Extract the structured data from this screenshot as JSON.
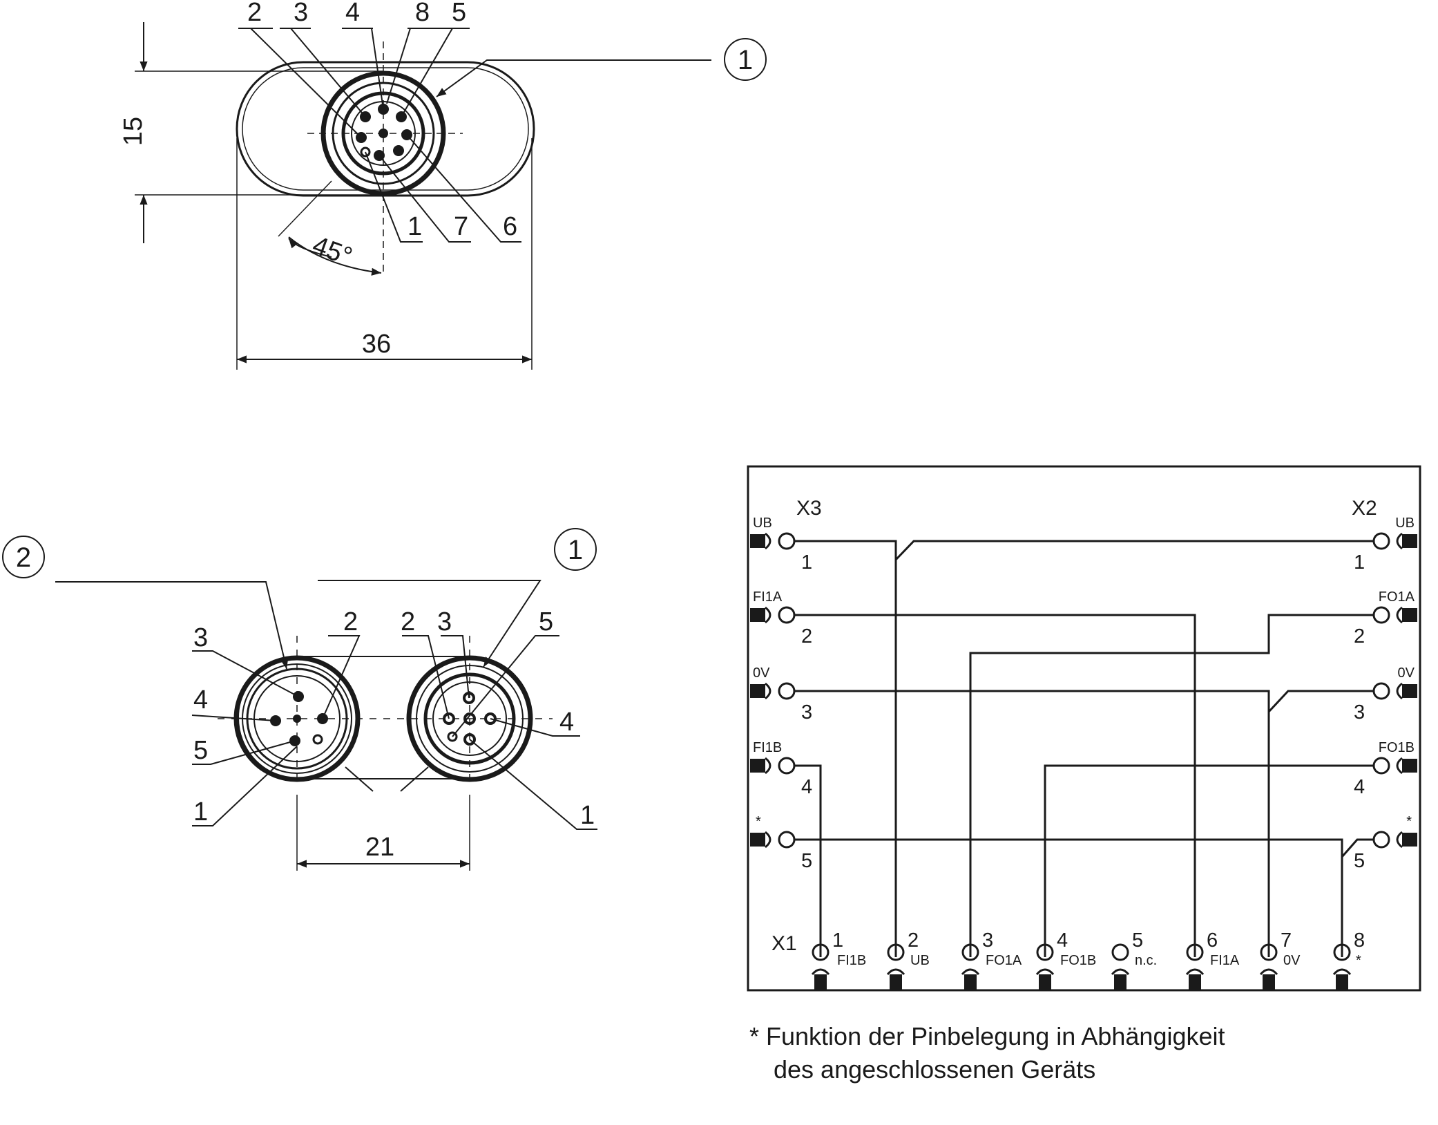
{
  "top_view": {
    "callouts": [
      "2",
      "3",
      "4",
      "8",
      "5",
      "1",
      "7",
      "6"
    ],
    "dim_height": "15",
    "dim_width": "36",
    "angle": "45°",
    "ref_circle": "1"
  },
  "middle_view": {
    "ref_left": "2",
    "ref_right": "1",
    "left_callouts": [
      "3",
      "2",
      "4",
      "5",
      "1"
    ],
    "right_callouts": [
      "2",
      "3",
      "5",
      "4",
      "1"
    ],
    "dim_spacing": "21"
  },
  "schematic": {
    "x3": "X3",
    "x2": "X2",
    "x1": "X1",
    "x3_pins": [
      {
        "num": "1",
        "label": "UB"
      },
      {
        "num": "2",
        "label": "FI1A"
      },
      {
        "num": "3",
        "label": "0V"
      },
      {
        "num": "4",
        "label": "FI1B"
      },
      {
        "num": "5",
        "label": "*"
      }
    ],
    "x2_pins": [
      {
        "num": "1",
        "label": "UB"
      },
      {
        "num": "2",
        "label": "FO1A"
      },
      {
        "num": "3",
        "label": "0V"
      },
      {
        "num": "4",
        "label": "FO1B"
      },
      {
        "num": "5",
        "label": "*"
      }
    ],
    "x1_pins": [
      {
        "num": "1",
        "label": "FI1B"
      },
      {
        "num": "2",
        "label": "UB"
      },
      {
        "num": "3",
        "label": "FO1A"
      },
      {
        "num": "4",
        "label": "FO1B"
      },
      {
        "num": "5",
        "label": "n.c."
      },
      {
        "num": "6",
        "label": "FI1A"
      },
      {
        "num": "7",
        "label": "0V"
      },
      {
        "num": "8",
        "label": "*"
      }
    ]
  },
  "footnote": {
    "line1": "*  Funktion der Pinbelegung in Abhängigkeit",
    "line2": "des angeschlossenen Geräts"
  }
}
